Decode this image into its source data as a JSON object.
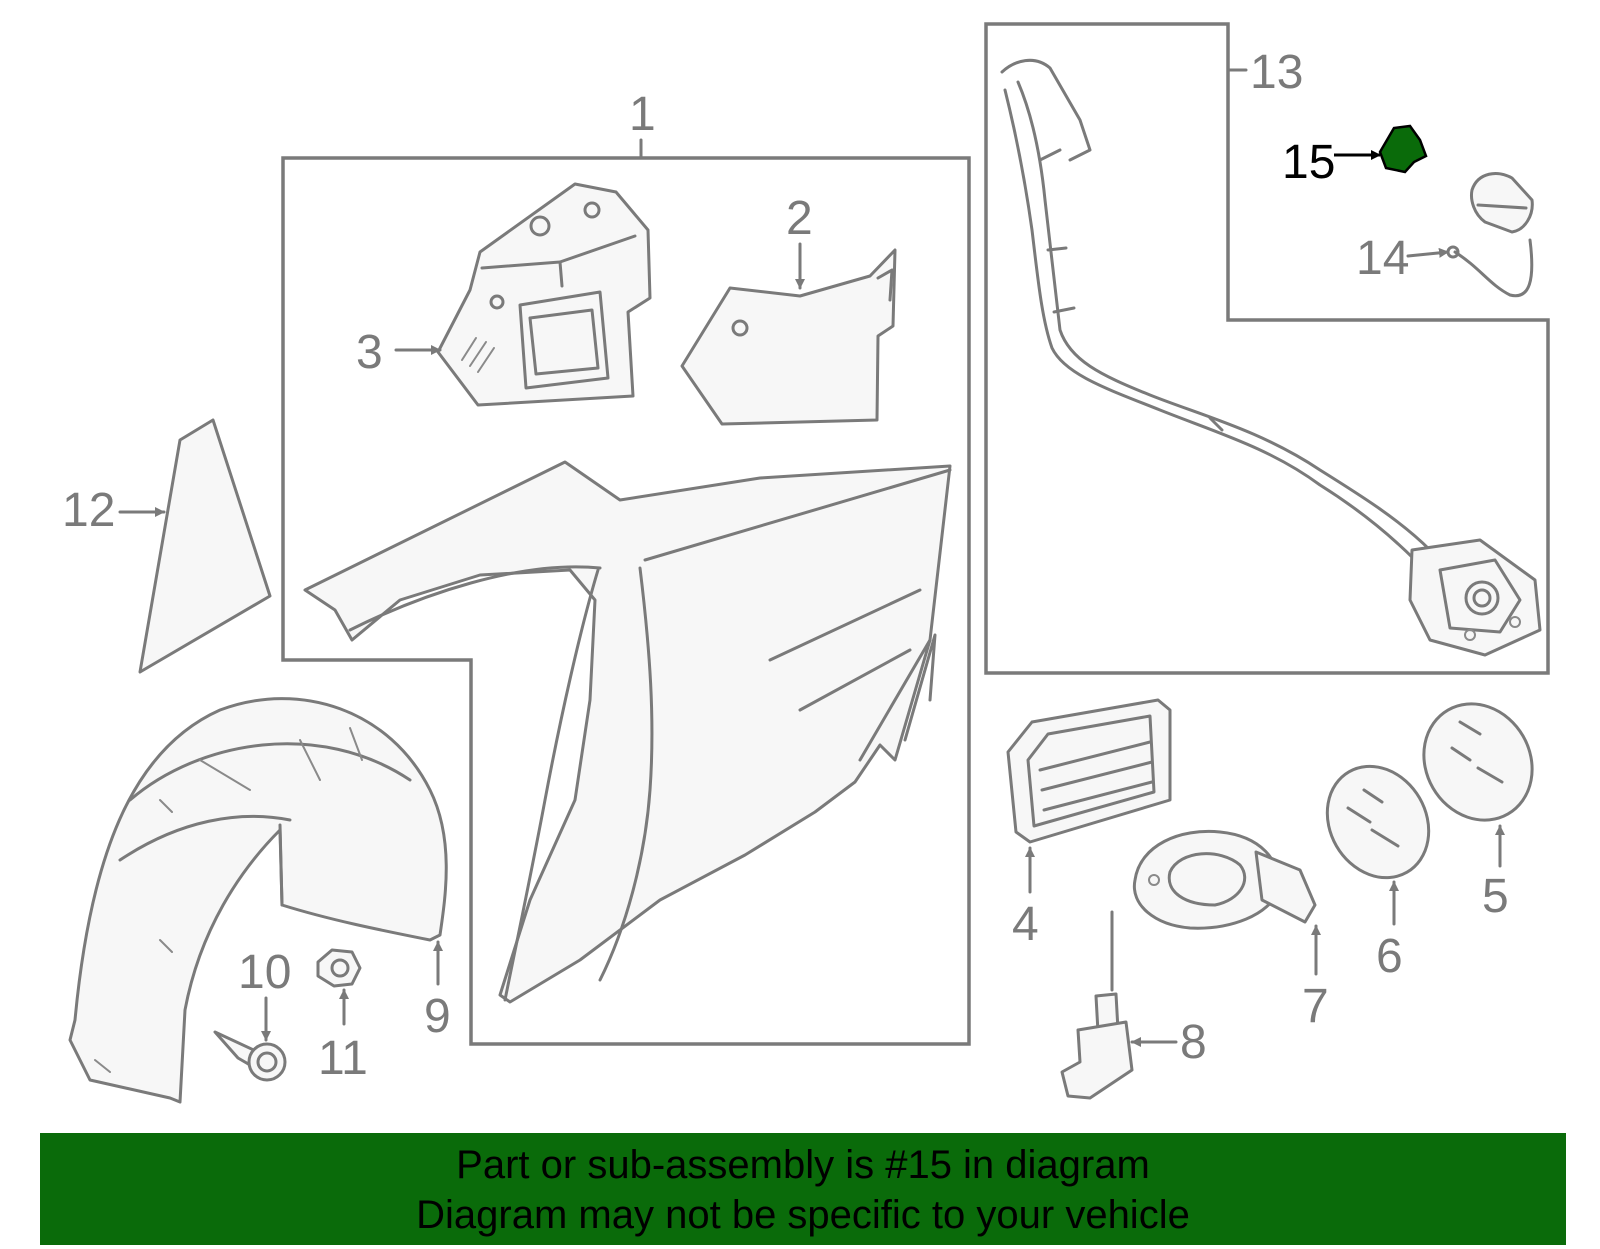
{
  "diagram": {
    "highlight_color": "#0a6b0a",
    "line_color": "#7a7a7a",
    "callouts": {
      "c1": "1",
      "c2": "2",
      "c3": "3",
      "c4": "4",
      "c5": "5",
      "c6": "6",
      "c7": "7",
      "c8": "8",
      "c9": "9",
      "c10": "10",
      "c11": "11",
      "c12": "12",
      "c13": "13",
      "c14": "14",
      "c15": "15"
    },
    "highlighted_callout": "15"
  },
  "banner": {
    "line1": "Part or sub-assembly is #15 in diagram",
    "line2": "Diagram may not be specific to your vehicle"
  }
}
